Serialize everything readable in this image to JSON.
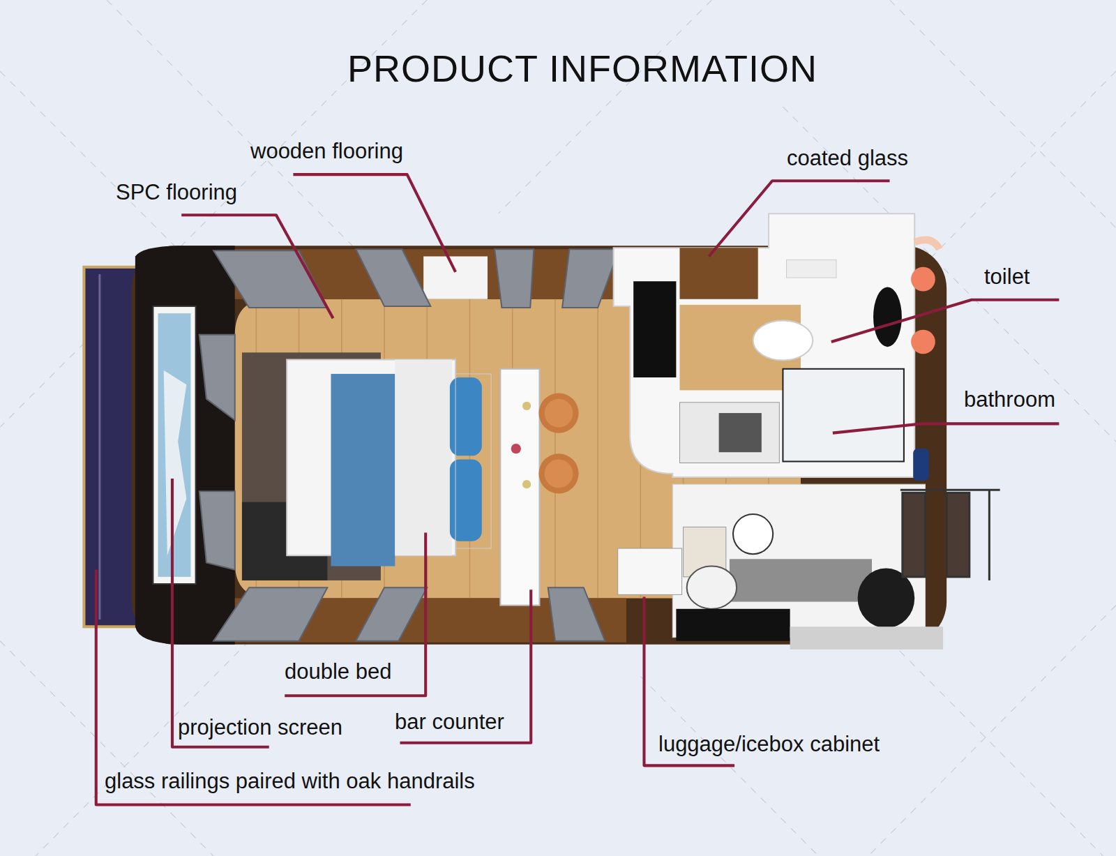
{
  "diagram": {
    "title": "PRODUCT INFORMATION",
    "labels": [
      "wooden flooring",
      "SPC flooring",
      "coated glass",
      "toilet",
      "bathroom",
      "double bed",
      "projection screen",
      "bar counter",
      "luggage/icebox cabinet",
      "glass railings paired with oak handrails"
    ]
  }
}
